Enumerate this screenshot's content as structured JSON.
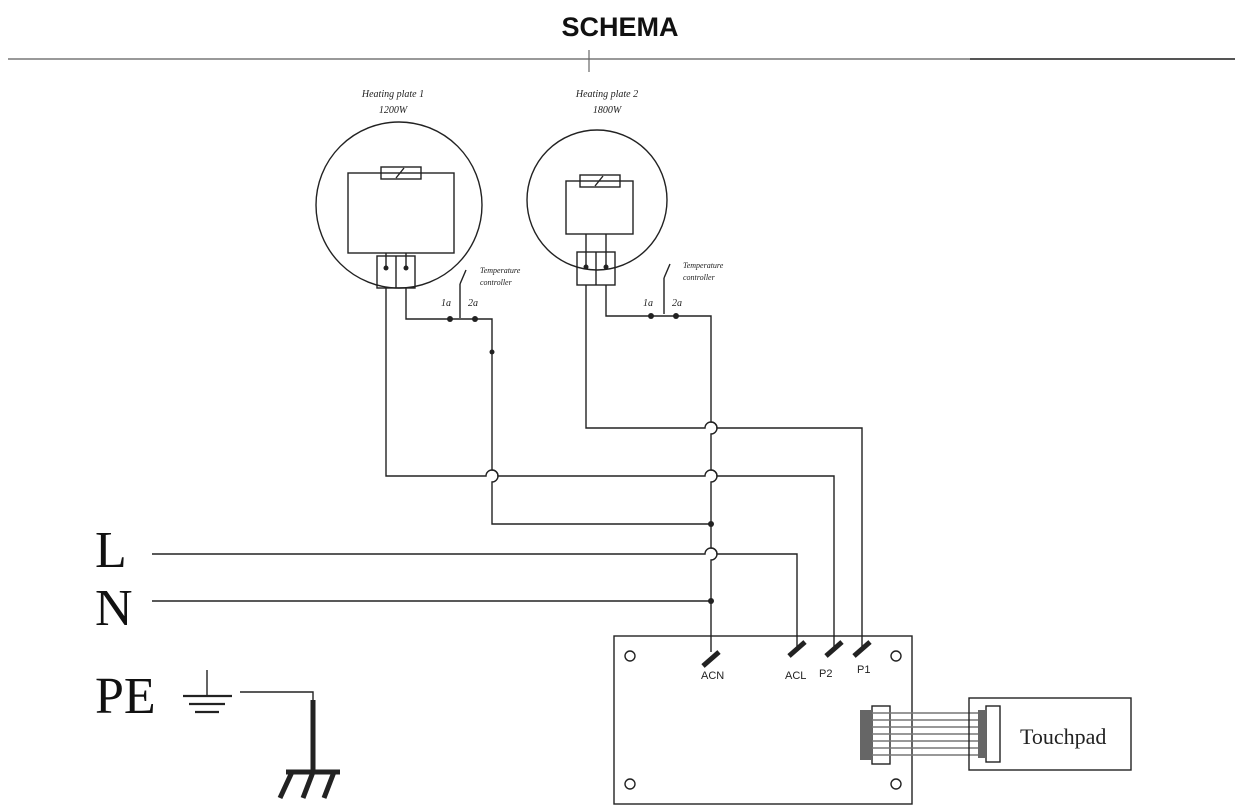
{
  "title": "SCHEMA",
  "heating_plates": [
    {
      "label": "Heating plate 1",
      "power": "1200W"
    },
    {
      "label": "Heating plate 2",
      "power": "1800W"
    }
  ],
  "temperature_controller": {
    "label_1": "Temperature",
    "label_2": "controller",
    "terminal_1": "1a",
    "terminal_2": "2a"
  },
  "supply_lines": {
    "line": "L",
    "neutral": "N",
    "earth": "PE"
  },
  "board_terminals": {
    "acn": "ACN",
    "acl": "ACL",
    "p2": "P2",
    "p1": "P1"
  },
  "touchpad": {
    "label": "Touchpad"
  }
}
